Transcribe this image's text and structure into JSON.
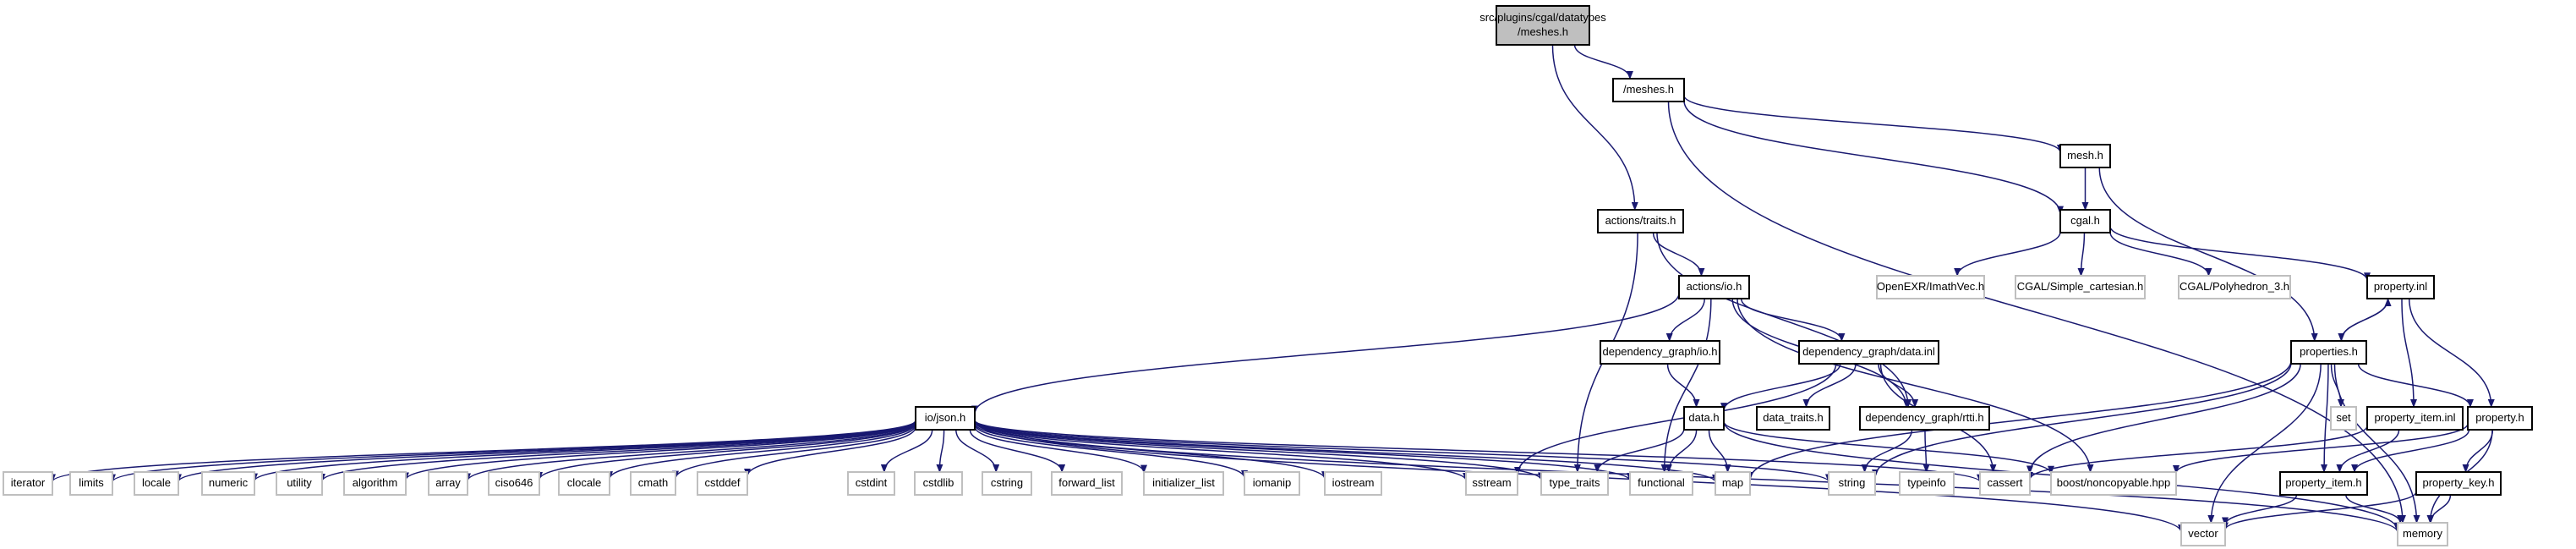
{
  "diagram": {
    "type": "include-dependency-graph",
    "colors": {
      "root_fill": "#bfbfbf",
      "node_border": "#000000",
      "system_border": "#bfbfbf",
      "edge": "#191970",
      "background": "#ffffff"
    },
    "nodes": [
      {
        "id": "root",
        "lines": [
          "src/plugins/cgal/datatypes",
          "/meshes.h"
        ],
        "style": "root"
      },
      {
        "id": "meshes_h",
        "lines": [
          "/meshes.h"
        ],
        "style": "normal"
      },
      {
        "id": "actions_traits",
        "lines": [
          "actions/traits.h"
        ],
        "style": "normal"
      },
      {
        "id": "mesh_h",
        "lines": [
          "mesh.h"
        ],
        "style": "normal"
      },
      {
        "id": "cgal_h",
        "lines": [
          "cgal.h"
        ],
        "style": "normal"
      },
      {
        "id": "actions_io",
        "lines": [
          "actions/io.h"
        ],
        "style": "normal"
      },
      {
        "id": "openexr",
        "lines": [
          "OpenEXR/ImathVec.h"
        ],
        "style": "system"
      },
      {
        "id": "simple_cartesian",
        "lines": [
          "CGAL/Simple_cartesian.h"
        ],
        "style": "system"
      },
      {
        "id": "polyhedron",
        "lines": [
          "CGAL/Polyhedron_3.h"
        ],
        "style": "system"
      },
      {
        "id": "property_inl",
        "lines": [
          "property.inl"
        ],
        "style": "normal"
      },
      {
        "id": "dg_io",
        "lines": [
          "dependency_graph/io.h"
        ],
        "style": "normal"
      },
      {
        "id": "dg_data_inl",
        "lines": [
          "dependency_graph/data.inl"
        ],
        "style": "normal"
      },
      {
        "id": "properties_h",
        "lines": [
          "properties.h"
        ],
        "style": "normal"
      },
      {
        "id": "io_json",
        "lines": [
          "io/json.h"
        ],
        "style": "normal"
      },
      {
        "id": "data_h",
        "lines": [
          "data.h"
        ],
        "style": "normal"
      },
      {
        "id": "data_traits",
        "lines": [
          "data_traits.h"
        ],
        "style": "normal"
      },
      {
        "id": "dg_rtti",
        "lines": [
          "dependency_graph/rtti.h"
        ],
        "style": "normal"
      },
      {
        "id": "set",
        "lines": [
          "set"
        ],
        "style": "system"
      },
      {
        "id": "property_item_inl",
        "lines": [
          "property_item.inl"
        ],
        "style": "normal"
      },
      {
        "id": "property_h",
        "lines": [
          "property.h"
        ],
        "style": "normal"
      },
      {
        "id": "iterator",
        "lines": [
          "iterator"
        ],
        "style": "system"
      },
      {
        "id": "limits",
        "lines": [
          "limits"
        ],
        "style": "system"
      },
      {
        "id": "locale",
        "lines": [
          "locale"
        ],
        "style": "system"
      },
      {
        "id": "numeric",
        "lines": [
          "numeric"
        ],
        "style": "system"
      },
      {
        "id": "utility",
        "lines": [
          "utility"
        ],
        "style": "system"
      },
      {
        "id": "algorithm",
        "lines": [
          "algorithm"
        ],
        "style": "system"
      },
      {
        "id": "array",
        "lines": [
          "array"
        ],
        "style": "system"
      },
      {
        "id": "ciso646",
        "lines": [
          "ciso646"
        ],
        "style": "system"
      },
      {
        "id": "clocale",
        "lines": [
          "clocale"
        ],
        "style": "system"
      },
      {
        "id": "cmath",
        "lines": [
          "cmath"
        ],
        "style": "system"
      },
      {
        "id": "cstddef",
        "lines": [
          "cstddef"
        ],
        "style": "system"
      },
      {
        "id": "cstdint",
        "lines": [
          "cstdint"
        ],
        "style": "system"
      },
      {
        "id": "cstdlib",
        "lines": [
          "cstdlib"
        ],
        "style": "system"
      },
      {
        "id": "cstring",
        "lines": [
          "cstring"
        ],
        "style": "system"
      },
      {
        "id": "forward_list",
        "lines": [
          "forward_list"
        ],
        "style": "system"
      },
      {
        "id": "initializer_list",
        "lines": [
          "initializer_list"
        ],
        "style": "system"
      },
      {
        "id": "iomanip",
        "lines": [
          "iomanip"
        ],
        "style": "system"
      },
      {
        "id": "iostream",
        "lines": [
          "iostream"
        ],
        "style": "system"
      },
      {
        "id": "sstream",
        "lines": [
          "sstream"
        ],
        "style": "system"
      },
      {
        "id": "type_traits",
        "lines": [
          "type_traits"
        ],
        "style": "system"
      },
      {
        "id": "functional",
        "lines": [
          "functional"
        ],
        "style": "system"
      },
      {
        "id": "map",
        "lines": [
          "map"
        ],
        "style": "system"
      },
      {
        "id": "string",
        "lines": [
          "string"
        ],
        "style": "system"
      },
      {
        "id": "typeinfo",
        "lines": [
          "typeinfo"
        ],
        "style": "system"
      },
      {
        "id": "cassert",
        "lines": [
          "cassert"
        ],
        "style": "system"
      },
      {
        "id": "noncopyable",
        "lines": [
          "boost/noncopyable.hpp"
        ],
        "style": "system"
      },
      {
        "id": "property_item_h",
        "lines": [
          "property_item.h"
        ],
        "style": "normal"
      },
      {
        "id": "property_key_h",
        "lines": [
          "property_key.h"
        ],
        "style": "normal"
      },
      {
        "id": "vector",
        "lines": [
          "vector"
        ],
        "style": "system"
      },
      {
        "id": "memory",
        "lines": [
          "memory"
        ],
        "style": "system"
      }
    ],
    "edges": [
      [
        "root",
        "meshes_h"
      ],
      [
        "root",
        "actions_traits"
      ],
      [
        "meshes_h",
        "mesh_h"
      ],
      [
        "meshes_h",
        "cgal_h"
      ],
      [
        "meshes_h",
        "memory"
      ],
      [
        "mesh_h",
        "cgal_h"
      ],
      [
        "mesh_h",
        "properties_h"
      ],
      [
        "actions_traits",
        "actions_io"
      ],
      [
        "actions_traits",
        "dg_rtti"
      ],
      [
        "actions_traits",
        "type_traits"
      ],
      [
        "cgal_h",
        "openexr"
      ],
      [
        "cgal_h",
        "simple_cartesian"
      ],
      [
        "cgal_h",
        "polyhedron"
      ],
      [
        "cgal_h",
        "property_inl"
      ],
      [
        "actions_io",
        "io_json"
      ],
      [
        "actions_io",
        "dg_io"
      ],
      [
        "actions_io",
        "dg_data_inl"
      ],
      [
        "actions_io",
        "dg_rtti"
      ],
      [
        "actions_io",
        "functional"
      ],
      [
        "actions_io",
        "noncopyable"
      ],
      [
        "property_inl",
        "properties_h"
      ],
      [
        "property_inl",
        "property_item_inl"
      ],
      [
        "property_inl",
        "property_h"
      ],
      [
        "properties_h",
        "property_inl"
      ],
      [
        "properties_h",
        "set"
      ],
      [
        "properties_h",
        "property_h"
      ],
      [
        "properties_h",
        "property_item_h"
      ],
      [
        "properties_h",
        "vector"
      ],
      [
        "properties_h",
        "memory"
      ],
      [
        "properties_h",
        "cassert"
      ],
      [
        "properties_h",
        "map"
      ],
      [
        "properties_h",
        "string"
      ],
      [
        "dg_io",
        "data_h"
      ],
      [
        "dg_data_inl",
        "data_h"
      ],
      [
        "dg_data_inl",
        "data_traits"
      ],
      [
        "dg_data_inl",
        "dg_rtti"
      ],
      [
        "dg_data_inl",
        "cassert"
      ],
      [
        "dg_data_inl",
        "sstream"
      ],
      [
        "data_h",
        "type_traits"
      ],
      [
        "data_h",
        "functional"
      ],
      [
        "data_h",
        "map"
      ],
      [
        "data_h",
        "memory"
      ],
      [
        "data_h",
        "noncopyable"
      ],
      [
        "dg_rtti",
        "string"
      ],
      [
        "dg_rtti",
        "typeinfo"
      ],
      [
        "property_item_inl",
        "property_item_h"
      ],
      [
        "property_item_inl",
        "cassert"
      ],
      [
        "property_h",
        "property_item_h"
      ],
      [
        "property_h",
        "property_key_h"
      ],
      [
        "property_h",
        "noncopyable"
      ],
      [
        "property_h",
        "memory"
      ],
      [
        "property_item_h",
        "vector"
      ],
      [
        "property_item_h",
        "memory"
      ],
      [
        "property_key_h",
        "vector"
      ],
      [
        "property_key_h",
        "memory"
      ],
      [
        "io_json",
        "iterator"
      ],
      [
        "io_json",
        "limits"
      ],
      [
        "io_json",
        "locale"
      ],
      [
        "io_json",
        "numeric"
      ],
      [
        "io_json",
        "utility"
      ],
      [
        "io_json",
        "algorithm"
      ],
      [
        "io_json",
        "array"
      ],
      [
        "io_json",
        "ciso646"
      ],
      [
        "io_json",
        "clocale"
      ],
      [
        "io_json",
        "cmath"
      ],
      [
        "io_json",
        "cstddef"
      ],
      [
        "io_json",
        "cstdint"
      ],
      [
        "io_json",
        "cstdlib"
      ],
      [
        "io_json",
        "cstring"
      ],
      [
        "io_json",
        "forward_list"
      ],
      [
        "io_json",
        "initializer_list"
      ],
      [
        "io_json",
        "iomanip"
      ],
      [
        "io_json",
        "iostream"
      ],
      [
        "io_json",
        "sstream"
      ],
      [
        "io_json",
        "type_traits"
      ],
      [
        "io_json",
        "functional"
      ],
      [
        "io_json",
        "map"
      ],
      [
        "io_json",
        "string"
      ],
      [
        "io_json",
        "cassert"
      ],
      [
        "io_json",
        "vector"
      ],
      [
        "io_json",
        "memory"
      ]
    ]
  }
}
